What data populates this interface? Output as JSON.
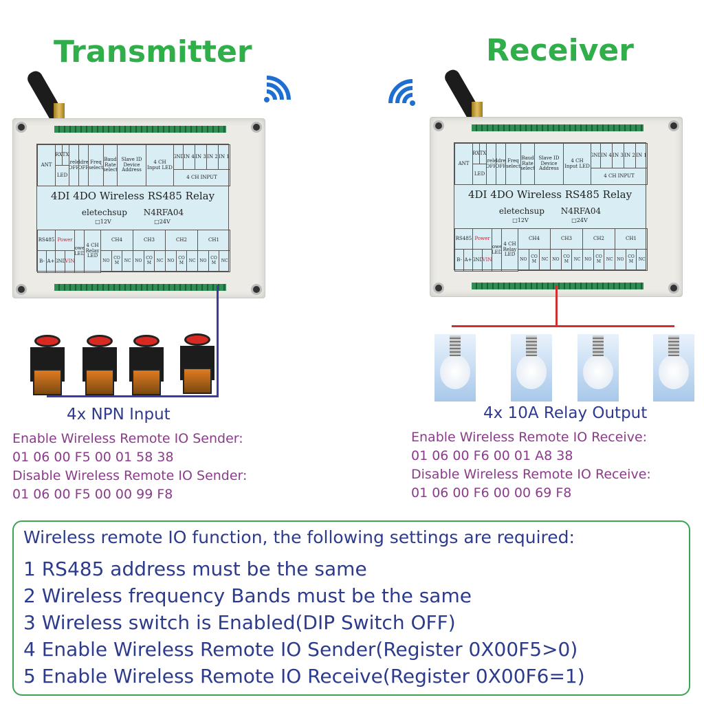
{
  "titles": {
    "transmitter": "Transmitter",
    "receiver": "Receiver"
  },
  "icons": {
    "tx_signal": "wifi-signal-right-icon",
    "rx_signal": "wifi-signal-left-icon"
  },
  "colors": {
    "title": "#2fae4a",
    "input_label": "#2f3a8f",
    "command": "#8a3c8a",
    "box_border": "#3aa653",
    "input_wire": "#3a3aa0",
    "output_wire": "#d03030"
  },
  "device_label": {
    "ant": "ANT",
    "rx": "RX",
    "tx": "TX",
    "led": "LED",
    "wireless_off": "Wireless OFF",
    "address_off": "Address OFF",
    "freq": "Freq select",
    "baud": "Baud Rate select",
    "slave": "Slave ID Device Address",
    "input_led": "4 CH Input LED",
    "gnd": "GND",
    "in4": "IN 4",
    "in3": "IN 3",
    "in2": "IN 2",
    "in1": "IN 1",
    "input": "4 CH INPUT",
    "title": "4DI 4DO Wireless RS485 Relay",
    "brand": "eletechsup",
    "model": "N4RFA04",
    "v12": "□12V",
    "v24": "□24V",
    "rs485": "RS485",
    "power": "Power",
    "b": "B-",
    "a": "A+",
    "gnd2": "GND",
    "vin": "VIN",
    "power_led": "Power LED",
    "relay_led": "4 CH Relay LED",
    "ch4": "CH4",
    "ch3": "CH3",
    "ch2": "CH2",
    "ch1": "CH1",
    "no": "NO",
    "com": "COM",
    "nc": "NC"
  },
  "transmitter": {
    "input_label": "4x NPN Input",
    "enable_label": "Enable Wireless Remote IO Sender:",
    "enable_cmd": "01 06 00 F5 00 01 58 38",
    "disable_label": "Disable Wireless Remote IO Sender:",
    "disable_cmd": "01 06 00 F5 00 00 99 F8"
  },
  "receiver": {
    "output_label": "4x 10A Relay Output",
    "enable_label": "Enable Wireless Remote IO Receive:",
    "enable_cmd": "01 06 00 F6 00 01 A8 38",
    "disable_label": "Disable Wireless Remote IO Receive:",
    "disable_cmd": "01 06 00 F6 00 00 69 F8"
  },
  "requirements": {
    "heading": "Wireless remote IO function, the following settings are required:",
    "items": [
      "1 RS485 address must be the same",
      "2 Wireless frequency Bands must be the same",
      "3 Wireless switch is Enabled(DIP Switch OFF)",
      "4 Enable Wireless Remote IO Sender(Register 0X00F5>0)",
      "5 Enable Wireless Remote IO Receive(Register 0X00F6=1)"
    ]
  }
}
